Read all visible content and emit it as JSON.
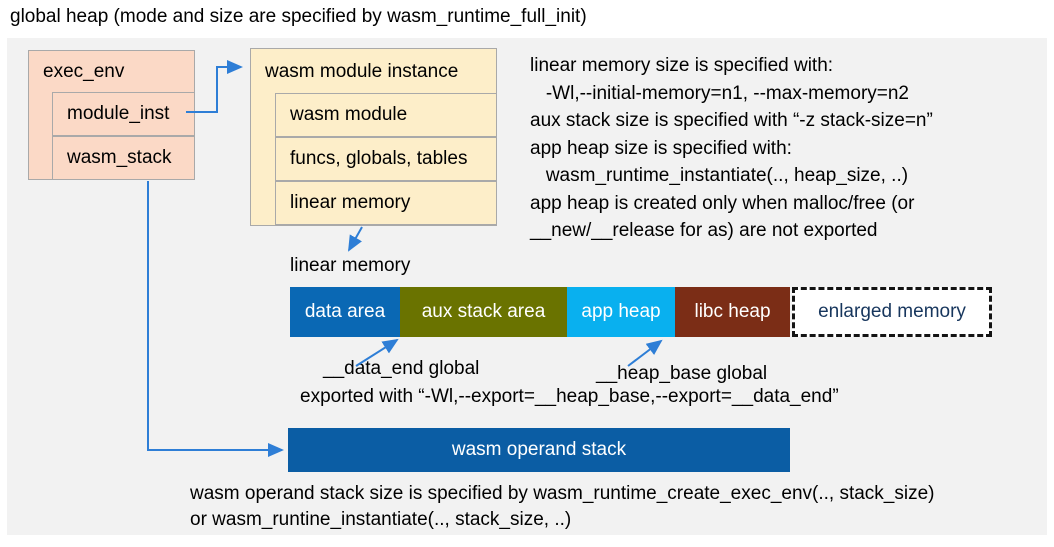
{
  "title": "global heap (mode and size are specified by wasm_runtime_full_init)",
  "colors": {
    "panel_bg": "#f2f2f2",
    "exec_env_fill": "#fbd9c6",
    "instance_fill": "#fdeec9",
    "box_border": "#a9a9a9",
    "arrow_blue": "#2e7ed6",
    "data_area": "#0a68b4",
    "aux_stack_area": "#6a7300",
    "app_heap": "#09b0ef",
    "libc_heap": "#7b2d16",
    "operand_stack": "#0b5da4",
    "enlarged_text": "#17365d"
  },
  "exec_env": {
    "title": "exec_env",
    "rows": [
      "module_inst",
      "wasm_stack"
    ]
  },
  "module_instance": {
    "title": "wasm module instance",
    "rows": [
      "wasm module",
      "funcs, globals, tables",
      "linear memory"
    ]
  },
  "right_notes": [
    "linear memory size is specified with:",
    "   -Wl,--initial-memory=n1, --max-memory=n2",
    "aux stack size is specified with “-z stack-size=n”",
    "app heap size is specified with:",
    "   wasm_runtime_instantiate(.., heap_size, ..)",
    "app heap is created only when malloc/free (or",
    "__new/__release for as) are not exported"
  ],
  "linear_memory": {
    "label": "linear memory",
    "segments": [
      {
        "label": "data area",
        "color": "#0a68b4"
      },
      {
        "label": "aux stack area",
        "color": "#6a7300"
      },
      {
        "label": "app heap",
        "color": "#09b0ef"
      },
      {
        "label": "libc heap",
        "color": "#7b2d16"
      }
    ],
    "enlarged": {
      "label": "enlarged memory"
    }
  },
  "annotations": {
    "data_end": "__data_end global",
    "heap_base": "__heap_base global",
    "exported": "exported with “-Wl,--export=__heap_base,--export=__data_end”"
  },
  "operand_stack": {
    "label": "wasm operand stack"
  },
  "bottom_notes": [
    "wasm operand stack size is specified by wasm_runtime_create_exec_env(.., stack_size)",
    "or wasm_runtine_instantiate(.., stack_size, ..)"
  ]
}
